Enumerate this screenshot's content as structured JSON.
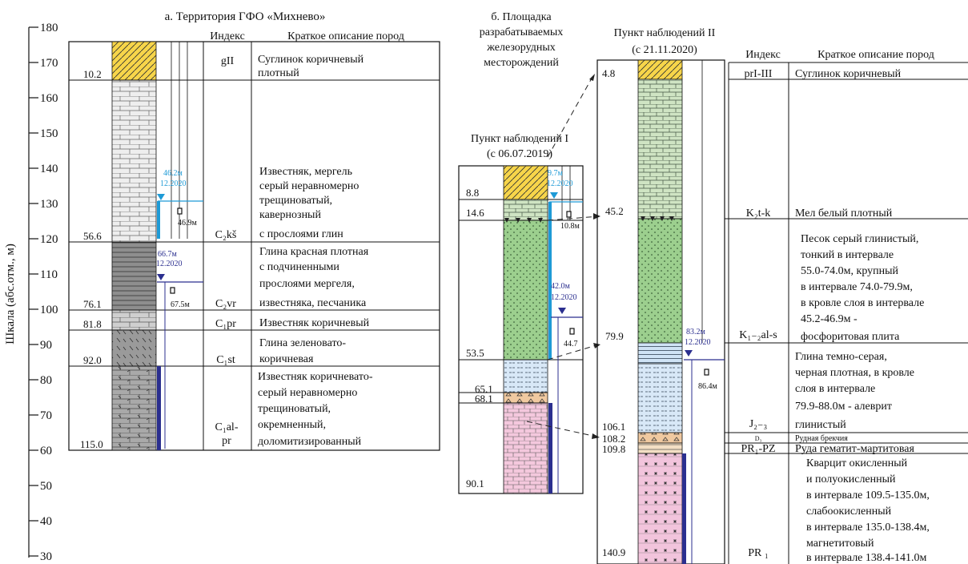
{
  "scale": {
    "label": "Шкала (абс.отм., м)",
    "ticks": [
      "180",
      "170",
      "160",
      "150",
      "140",
      "130",
      "120",
      "110",
      "100",
      "90",
      "80",
      "70",
      "60",
      "50",
      "40",
      "30"
    ]
  },
  "panel_a": {
    "title": "а. Территория ГФО «Михнево»",
    "index_header": "Индекс",
    "desc_header": "Краткое описание пород",
    "depths": [
      "10.2",
      "56.6",
      "76.1",
      "81.8",
      "92.0",
      "115.0"
    ],
    "layers": [
      {
        "index": "gII",
        "desc": [
          "Суглинок коричневый",
          "плотный"
        ]
      },
      {
        "index": "C₂kš",
        "desc": [
          "Известняк, мергель",
          "серый неравномерно",
          "трещиноватый,",
          "кавернозный",
          "с прослоями глин"
        ]
      },
      {
        "index": "C₂vr",
        "desc": [
          "Глина красная плотная",
          "с подчиненными",
          "прослоями мергеля,",
          "известняка, песчаника"
        ]
      },
      {
        "index": "C₁pr",
        "desc": [
          "Известняк коричневый"
        ]
      },
      {
        "index": "C₁st",
        "desc": [
          "Глина зеленовато-",
          "коричневая"
        ]
      },
      {
        "index_lines": [
          "C₁al-",
          "pr"
        ],
        "desc": [
          "Известняк коричневато-",
          "серый неравномерно",
          "трещиноватый,",
          "окремненный,",
          "доломитизированный"
        ]
      }
    ],
    "wells": [
      {
        "level": "46.2м",
        "date": "12.2020",
        "depth": "46.9м",
        "color": "#1e9ad6"
      },
      {
        "level": "66.7м",
        "date": "12.2020",
        "depth": "67.5м",
        "color": "#2b2f8f"
      }
    ]
  },
  "panel_b": {
    "title_lines": [
      "б. Площадка",
      "разрабатываемых",
      "железорудных",
      "месторождений"
    ],
    "point1": {
      "title_lines": [
        "Пункт наблюдений I",
        "(с 06.07.2019)"
      ],
      "depths": [
        "8.8",
        "14.6",
        "53.5",
        "65.1",
        "68.1",
        "90.1"
      ],
      "wells": [
        {
          "level": "9.7м",
          "date": "12.2020",
          "depth": "10.8м",
          "color": "#1e9ad6"
        },
        {
          "level": "42.0м",
          "date": "12.2020",
          "depth": "44.7",
          "color": "#2b2f8f"
        }
      ]
    },
    "point2": {
      "title_lines": [
        "Пункт наблюдений II",
        "(с 21.11.2020)"
      ],
      "depths": [
        "4.8",
        "45.2",
        "79.9",
        "106.1",
        "108.2",
        "109.8",
        "140.9"
      ],
      "wells": [
        {
          "level": "83.2м",
          "date": "12.2020",
          "depth": "86.4м",
          "color": "#2b2f8f"
        }
      ]
    },
    "index_header": "Индекс",
    "desc_header": "Краткое описание пород",
    "layers": [
      {
        "index": "prI-III",
        "desc": [
          "Суглинок коричневый"
        ]
      },
      {
        "index": "K₂t-k",
        "desc": [
          "Мел белый плотный"
        ]
      },
      {
        "index": "K₁₋₂al-s",
        "desc": [
          "Песок серый глинистый,",
          "тонкий в интервале",
          "55.0-74.0м, крупный",
          "в интервале 74.0-79.9м,",
          "в кровле слоя в интервале",
          "45.2-46.9м -",
          "фосфоритовая плита"
        ]
      },
      {
        "index": "J₂₋₃",
        "desc": [
          "Глина темно-серая,",
          "черная плотная, в кровле",
          "слоя в интервале",
          "79.9-88.0м - алеврит",
          "глинистый"
        ]
      },
      {
        "index": "D₃",
        "desc": [
          "Рудная брекчия"
        ]
      },
      {
        "index": "PR₁-PZ",
        "desc": [
          "Руда гематит-мартитовая"
        ]
      },
      {
        "index": "PR ₁",
        "desc": [
          "Кварцит окисленный",
          "и полуокисленный",
          "в интервале 109.5-135.0м,",
          "слабоокисленный",
          "в интервале 135.0-138.4м,",
          "магнетитовый",
          "в интервале 138.4-141.0м"
        ]
      }
    ]
  }
}
